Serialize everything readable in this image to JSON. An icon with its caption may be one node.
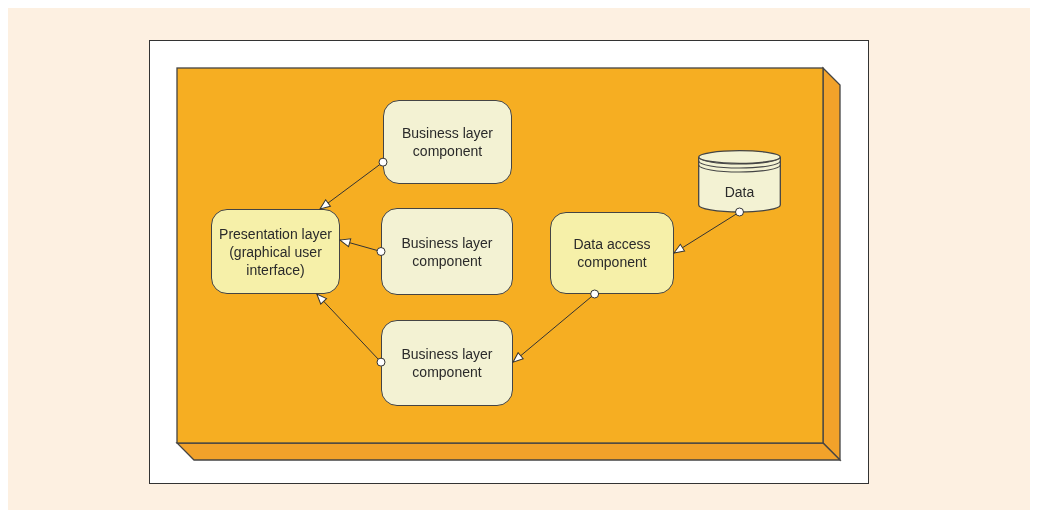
{
  "diagram": {
    "nodes": [
      {
        "text": [],
        "shape": "box"
      },
      {
        "text": [
          "Business layer component"
        ],
        "in": 0
      },
      {
        "text": [
          "Presentation layer (graphical user interface)"
        ],
        "in": 0
      },
      {
        "text": [
          "Business layer component"
        ],
        "in": 0
      },
      {
        "text": [
          "Data"
        ],
        "in": 0
      },
      {
        "text": [
          "Data access component"
        ],
        "in": 0
      },
      {
        "text": [
          "Business layer component"
        ],
        "in": 0
      }
    ],
    "edges": [
      {
        "from": 1,
        "to": 2,
        "arrow": "to"
      },
      {
        "from": 3,
        "to": 2,
        "arrow": "to"
      },
      {
        "from": 6,
        "to": 2,
        "arrow": "to"
      },
      {
        "from": 4,
        "to": 5,
        "arrow": "to"
      },
      {
        "from": 5,
        "to": 6,
        "arrow": "to"
      }
    ]
  }
}
